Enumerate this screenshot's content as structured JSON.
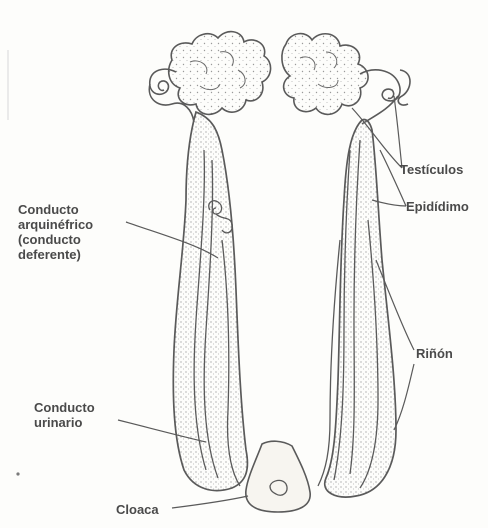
{
  "labels": {
    "testiculos": "Testículos",
    "epididimo": "Epidídimo",
    "conducto_arquinefrico": "Conducto\narquinéfrico\n(conducto\ndeferente)",
    "rinon": "Riñón",
    "conducto_urinario": "Conducto\nurinario",
    "cloaca": "Cloaca"
  },
  "colors": {
    "line": "#5a5a5a",
    "text": "#4a4a4a",
    "fill": "#f4f2ec"
  }
}
